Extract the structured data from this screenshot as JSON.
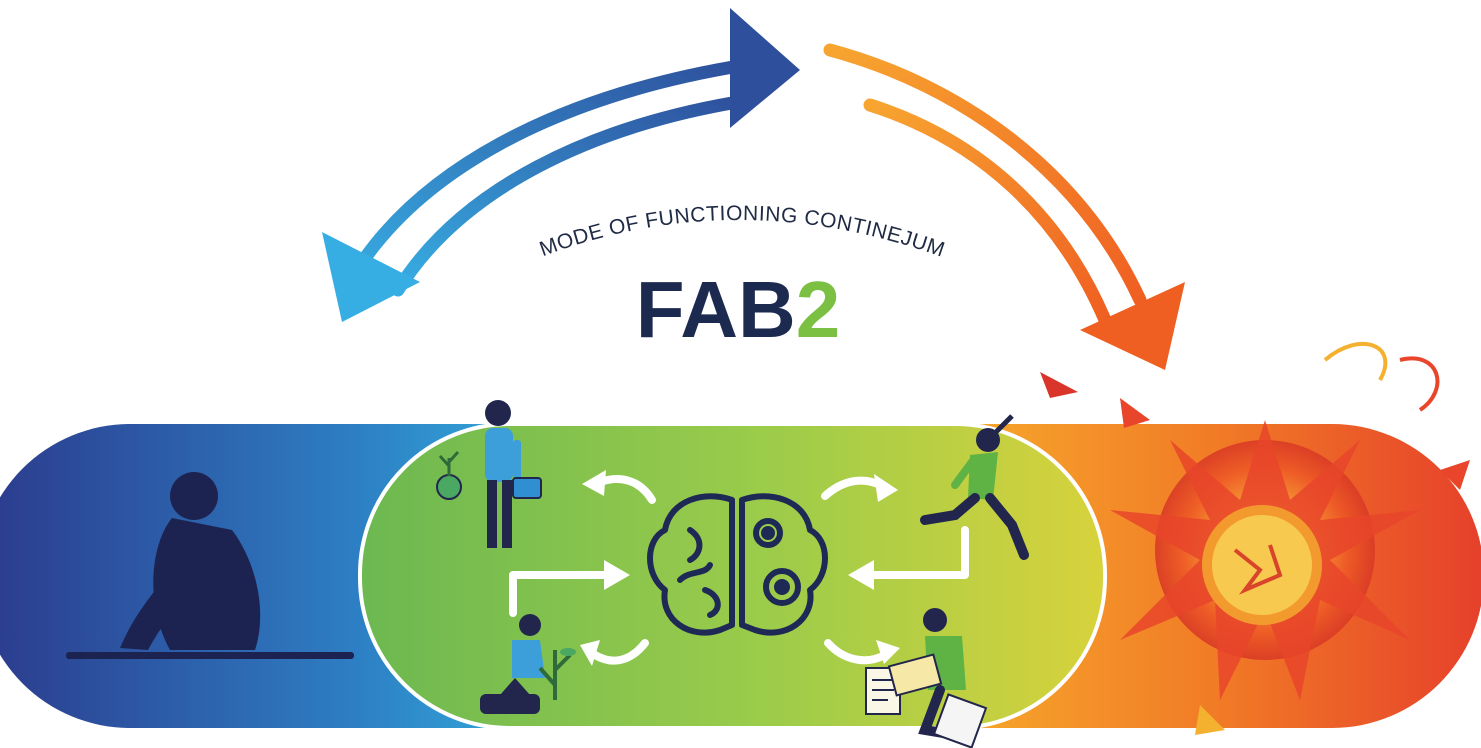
{
  "diagram": {
    "arc_title": "MODE OF FUNCTIONING CONTINEJUM",
    "logo": {
      "main": "FAB",
      "accent": "2"
    },
    "colors": {
      "shutdown_blue": "#2c3e8f",
      "balanced_green": "#7cc04f",
      "overdrive_orange": "#f07a26",
      "overdrive_red": "#e63a2b",
      "logo_navy": "#1d2a4f",
      "logo_green": "#7bc043"
    },
    "icons": [
      "withdrawn-person-icon",
      "person-with-plant-and-briefcase-icon",
      "gardening-person-icon",
      "brain-with-gears-icon",
      "running-person-icon",
      "person-with-documents-icon",
      "explosion-burst-icon"
    ]
  }
}
